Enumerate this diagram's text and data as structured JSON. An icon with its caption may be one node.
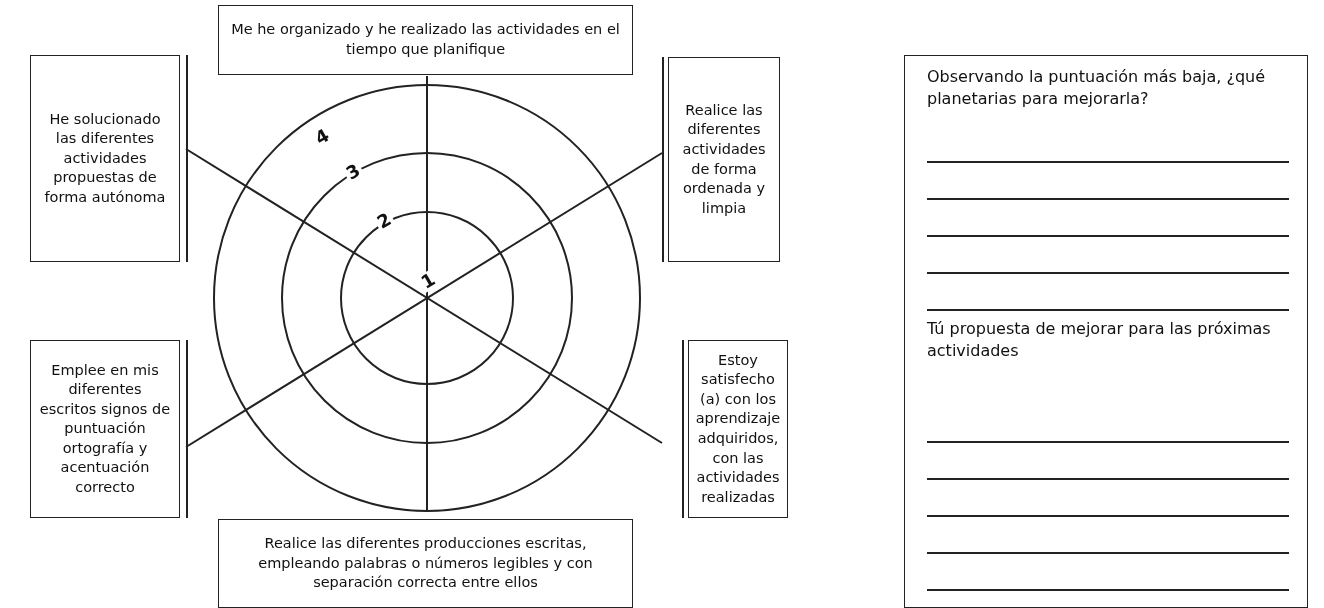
{
  "diagram": {
    "nodes": [
      {
        "text": [
          "Me he organizado y he realizado las actividades en el tiempo que planifique"
        ]
      },
      {
        "text": [
          "He solucionado las diferentes actividades propuestas de forma autónoma"
        ]
      },
      {
        "text": [
          "Realice las diferentes actividades de forma ordenada y limpia"
        ]
      },
      {
        "text": [
          "Emplee en mis diferentes escritos signos de puntuación ortografía y acentuación correcto"
        ]
      },
      {
        "text": [
          "Estoy satisfecho (a) con los aprendizaje adquiridos, con las actividades realizadas"
        ]
      },
      {
        "text": [
          "Realice las diferentes producciones escritas, empleando palabras o números legibles y con separación correcta entre ellos"
        ]
      },
      {
        "text": [
          "Observando la puntuación más baja, ¿qué planetarias para mejorarla?",
          "Tú propuesta de mejorar para las próximas actividades"
        ]
      }
    ],
    "labels": [
      "4",
      "3",
      "2",
      "1"
    ]
  }
}
